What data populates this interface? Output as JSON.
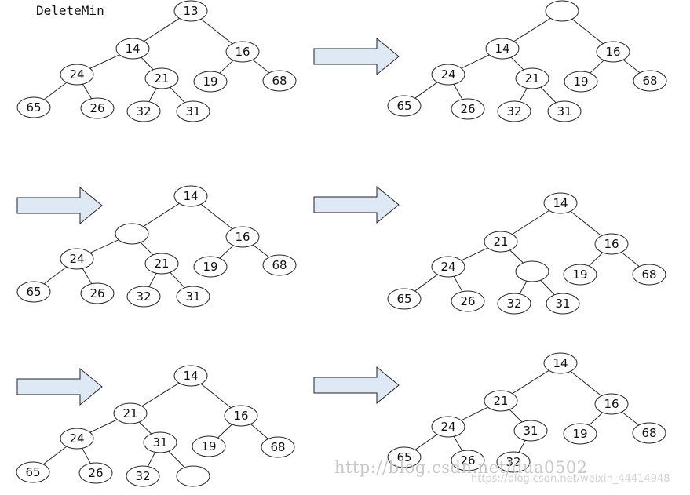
{
  "title": "DeleteMin",
  "watermark": {
    "line1": "http://blog.csdn.net/dua0502",
    "line2": "https://blog.csdn.net/weixin_44414948"
  },
  "arrow_icon": "right-arrow-icon",
  "colors": {
    "arrow_fill": "#dfe8f5",
    "stroke": "#222222",
    "node_fill": "#ffffff"
  },
  "panels": [
    {
      "step": 1,
      "nodes": [
        {
          "id": "a",
          "label": "13"
        },
        {
          "id": "b",
          "label": "14"
        },
        {
          "id": "c",
          "label": "16"
        },
        {
          "id": "d",
          "label": "24"
        },
        {
          "id": "e",
          "label": "21"
        },
        {
          "id": "f",
          "label": "19"
        },
        {
          "id": "g",
          "label": "68"
        },
        {
          "id": "h",
          "label": "65"
        },
        {
          "id": "i",
          "label": "26"
        },
        {
          "id": "j",
          "label": "32"
        },
        {
          "id": "k",
          "label": "31"
        }
      ],
      "edges": [
        [
          "a",
          "b"
        ],
        [
          "a",
          "c"
        ],
        [
          "b",
          "d"
        ],
        [
          "b",
          "e"
        ],
        [
          "c",
          "f"
        ],
        [
          "c",
          "g"
        ],
        [
          "d",
          "h"
        ],
        [
          "d",
          "i"
        ],
        [
          "e",
          "j"
        ],
        [
          "e",
          "k"
        ]
      ]
    },
    {
      "step": 2,
      "nodes": [
        {
          "id": "a",
          "label": ""
        },
        {
          "id": "b",
          "label": "14"
        },
        {
          "id": "c",
          "label": "16"
        },
        {
          "id": "d",
          "label": "24"
        },
        {
          "id": "e",
          "label": "21"
        },
        {
          "id": "f",
          "label": "19"
        },
        {
          "id": "g",
          "label": "68"
        },
        {
          "id": "h",
          "label": "65"
        },
        {
          "id": "i",
          "label": "26"
        },
        {
          "id": "j",
          "label": "32"
        },
        {
          "id": "k",
          "label": "31"
        }
      ],
      "edges": [
        [
          "a",
          "b"
        ],
        [
          "a",
          "c"
        ],
        [
          "b",
          "d"
        ],
        [
          "b",
          "e"
        ],
        [
          "c",
          "f"
        ],
        [
          "c",
          "g"
        ],
        [
          "d",
          "h"
        ],
        [
          "d",
          "i"
        ],
        [
          "e",
          "j"
        ],
        [
          "e",
          "k"
        ]
      ]
    },
    {
      "step": 3,
      "nodes": [
        {
          "id": "a",
          "label": "14"
        },
        {
          "id": "b",
          "label": ""
        },
        {
          "id": "c",
          "label": "16"
        },
        {
          "id": "d",
          "label": "24"
        },
        {
          "id": "e",
          "label": "21"
        },
        {
          "id": "f",
          "label": "19"
        },
        {
          "id": "g",
          "label": "68"
        },
        {
          "id": "h",
          "label": "65"
        },
        {
          "id": "i",
          "label": "26"
        },
        {
          "id": "j",
          "label": "32"
        },
        {
          "id": "k",
          "label": "31"
        }
      ],
      "edges": [
        [
          "a",
          "b"
        ],
        [
          "a",
          "c"
        ],
        [
          "b",
          "d"
        ],
        [
          "b",
          "e"
        ],
        [
          "c",
          "f"
        ],
        [
          "c",
          "g"
        ],
        [
          "d",
          "h"
        ],
        [
          "d",
          "i"
        ],
        [
          "e",
          "j"
        ],
        [
          "e",
          "k"
        ]
      ]
    },
    {
      "step": 4,
      "nodes": [
        {
          "id": "a",
          "label": "14"
        },
        {
          "id": "b",
          "label": "21"
        },
        {
          "id": "c",
          "label": "16"
        },
        {
          "id": "d",
          "label": "24"
        },
        {
          "id": "e",
          "label": ""
        },
        {
          "id": "f",
          "label": "19"
        },
        {
          "id": "g",
          "label": "68"
        },
        {
          "id": "h",
          "label": "65"
        },
        {
          "id": "i",
          "label": "26"
        },
        {
          "id": "j",
          "label": "32"
        },
        {
          "id": "k",
          "label": "31"
        }
      ],
      "edges": [
        [
          "a",
          "b"
        ],
        [
          "a",
          "c"
        ],
        [
          "b",
          "d"
        ],
        [
          "b",
          "e"
        ],
        [
          "c",
          "f"
        ],
        [
          "c",
          "g"
        ],
        [
          "d",
          "h"
        ],
        [
          "d",
          "i"
        ],
        [
          "e",
          "j"
        ],
        [
          "e",
          "k"
        ]
      ]
    },
    {
      "step": 5,
      "nodes": [
        {
          "id": "a",
          "label": "14"
        },
        {
          "id": "b",
          "label": "21"
        },
        {
          "id": "c",
          "label": "16"
        },
        {
          "id": "d",
          "label": "24"
        },
        {
          "id": "e",
          "label": "31"
        },
        {
          "id": "f",
          "label": "19"
        },
        {
          "id": "g",
          "label": "68"
        },
        {
          "id": "h",
          "label": "65"
        },
        {
          "id": "i",
          "label": "26"
        },
        {
          "id": "j",
          "label": "32"
        },
        {
          "id": "k",
          "label": ""
        }
      ],
      "edges": [
        [
          "a",
          "b"
        ],
        [
          "a",
          "c"
        ],
        [
          "b",
          "d"
        ],
        [
          "b",
          "e"
        ],
        [
          "c",
          "f"
        ],
        [
          "c",
          "g"
        ],
        [
          "d",
          "h"
        ],
        [
          "d",
          "i"
        ],
        [
          "e",
          "j"
        ],
        [
          "e",
          "k"
        ]
      ]
    },
    {
      "step": 6,
      "nodes": [
        {
          "id": "a",
          "label": "14"
        },
        {
          "id": "b",
          "label": "21"
        },
        {
          "id": "c",
          "label": "16"
        },
        {
          "id": "d",
          "label": "24"
        },
        {
          "id": "e",
          "label": "31"
        },
        {
          "id": "f",
          "label": "19"
        },
        {
          "id": "g",
          "label": "68"
        },
        {
          "id": "h",
          "label": "65"
        },
        {
          "id": "i",
          "label": "26"
        },
        {
          "id": "j",
          "label": "32"
        }
      ],
      "edges": [
        [
          "a",
          "b"
        ],
        [
          "a",
          "c"
        ],
        [
          "b",
          "d"
        ],
        [
          "b",
          "e"
        ],
        [
          "c",
          "f"
        ],
        [
          "c",
          "g"
        ],
        [
          "d",
          "h"
        ],
        [
          "d",
          "i"
        ],
        [
          "e",
          "j"
        ]
      ]
    }
  ]
}
